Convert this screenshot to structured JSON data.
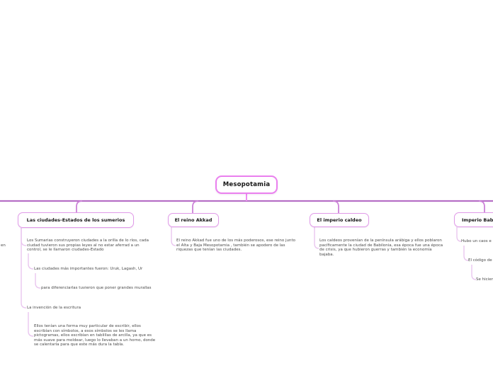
{
  "root": {
    "label": "Mesopotamia"
  },
  "edge_fragments": {
    "left": "en"
  },
  "branches": [
    {
      "label": "Las ciudades-Estados de los sumerios",
      "children": [
        {
          "lines": [
            "Los Sumarias construyeron ciudades a la orilla de lo ríos, cada",
            "ciudad tuvieron sus propias leyes al no estar aferrad a un",
            "control, se le llamaron ciudades-Estado"
          ],
          "children": [
            {
              "lines": [
                "Las ciudades más importantes fueron: Uruk, Lagash, Ur"
              ],
              "children": [
                {
                  "lines": [
                    "para diferenciarlas tuvieron que poner grandes murallas"
                  ]
                }
              ]
            }
          ]
        },
        {
          "lines": [
            "La invención de la escritura"
          ],
          "children": [
            {
              "lines": [
                "Ellos tenían una forma muy particular de escribir, ellos",
                "escribían con símbolos, a esos símbolos se les llama",
                "pictogramas, ellos escribían en tablillas de arcilla, ya que es",
                "más suave para moldear, luego lo llevaban a un horno, donde",
                "se calentaría para que este más dura la tabla."
              ]
            }
          ]
        }
      ]
    },
    {
      "label": "El reino Akkad",
      "children": [
        {
          "lines": [
            "El reino Akkad fue uno de los más poderosos, ese reino junto",
            "el Alta y Baja Mesopotamia , también se apodero de las",
            "riquezas que tenían las ciudades."
          ]
        }
      ]
    },
    {
      "label": "El imperio caldeo",
      "children": [
        {
          "lines": [
            "Los caldeos provenían de la península arábiga y ellos poblaron",
            "pacíficamente la ciudad de Babilonia, esa época fue una época",
            "de crisis, ya que hubieron guerras y también la economía",
            "bajaba."
          ]
        }
      ]
    },
    {
      "label": "Imperio Babil",
      "children": [
        {
          "lines": [
            "Hubo un caos e"
          ],
          "children": [
            {
              "lines": [
                "El código de"
              ],
              "children": [
                {
                  "lines": [
                    "Se hicier"
                  ]
                }
              ]
            }
          ]
        }
      ]
    }
  ],
  "colors": {
    "trunk_line": "#b66fc6",
    "branch_drop": "#cc82d8",
    "root_border": "#ea80ee",
    "branch_border": "#e09ae8",
    "sub_connector": "#e9c6ef",
    "background": "#ffffff"
  }
}
